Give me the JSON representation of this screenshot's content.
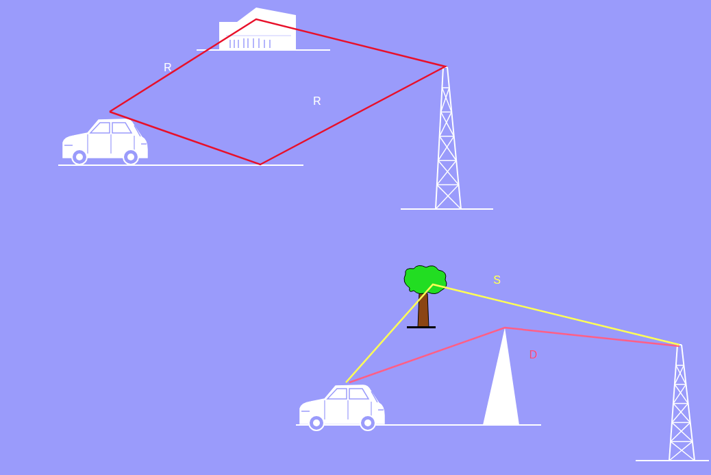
{
  "diagram": {
    "labels": [
      "R",
      "R",
      "S",
      "D"
    ]
  }
}
